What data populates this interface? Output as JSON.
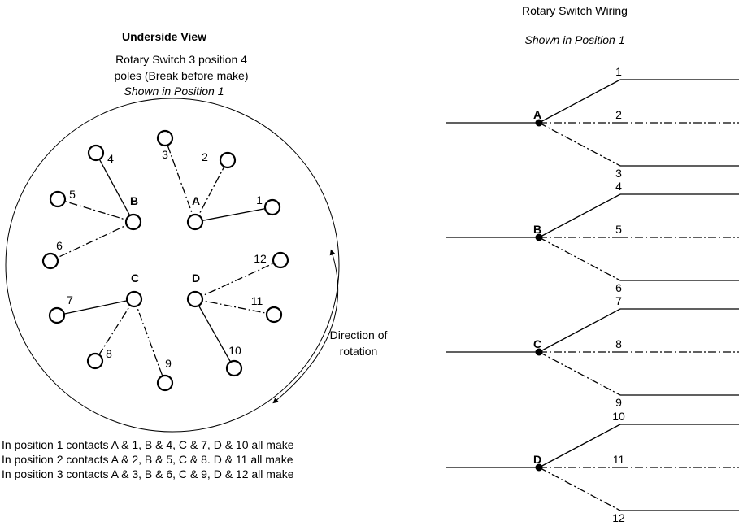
{
  "left": {
    "heading": "Underside View",
    "subtitle_line1": "Rotary Switch  3 position 4",
    "subtitle_line2": "poles (Break before make)",
    "subtitle_line3": "Shown in Position 1",
    "rotation_line1": "Direction of",
    "rotation_line2": "rotation"
  },
  "right": {
    "heading": "Rotary Switch Wiring",
    "subtitle": "Shown in Position 1"
  },
  "poles": [
    {
      "label": "A",
      "contacts": [
        "1",
        "2",
        "3"
      ]
    },
    {
      "label": "B",
      "contacts": [
        "4",
        "5",
        "6"
      ]
    },
    {
      "label": "C",
      "contacts": [
        "7",
        "8",
        "9"
      ]
    },
    {
      "label": "D",
      "contacts": [
        "10",
        "11",
        "12"
      ]
    }
  ],
  "positions": [
    "In position 1 contacts A & 1, B & 4, C & 7, D & 10 all make",
    "In position 2 contacts A & 2, B & 5, C & 8. D & 11 all make",
    "In position 3 contacts A & 3, B & 6, C & 9, D & 12 all make"
  ],
  "active_position": 1
}
